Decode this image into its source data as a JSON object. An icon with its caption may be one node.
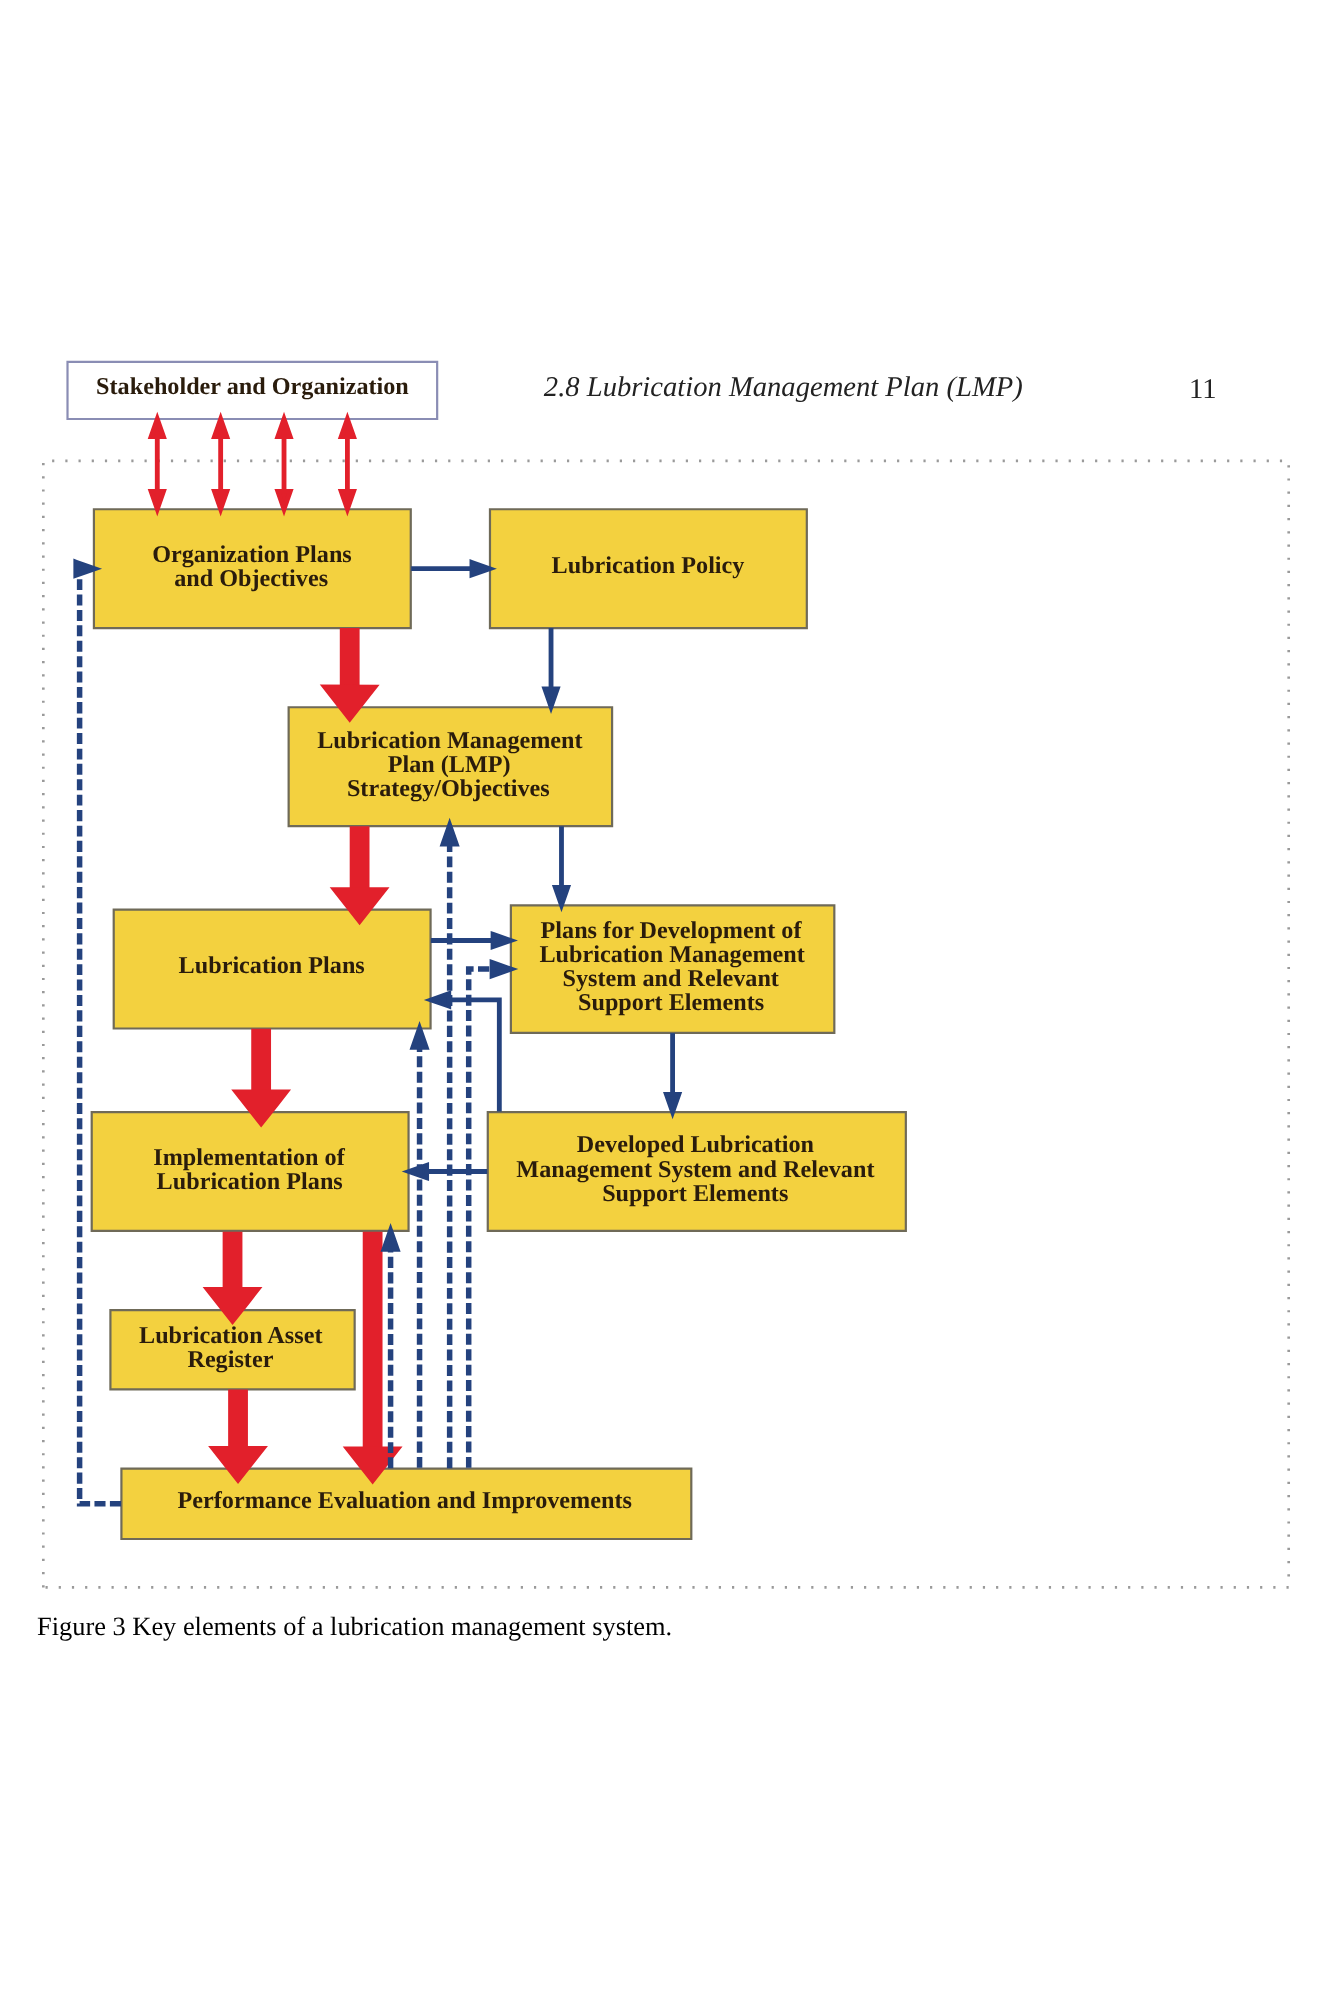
{
  "diagram": {
    "caption": "Figure 3 Key elements of a lubrication management system.",
    "nodes": [
      {
        "text": [
          "Stakeholder and Organization"
        ]
      },
      {
        "text": [],
        "shape": "box"
      },
      {
        "text": [
          "Organization Plans and Objectives"
        ],
        "in": 1
      },
      {
        "text": [
          "Lubrication Policy"
        ],
        "in": 1
      },
      {
        "text": [
          "Lubrication Management Plan (LMP) Strategy/Objectives"
        ],
        "in": 1
      },
      {
        "text": [
          "Lubrication Plans"
        ],
        "in": 1
      },
      {
        "text": [
          "Plans for Development of Lubrication Management System and Relevant Support Elements"
        ],
        "in": 1
      },
      {
        "text": [
          "Implementation of Lubrication Plans"
        ],
        "in": 1
      },
      {
        "text": [
          "Developed Lubrication Management System and Relevant Support Elements"
        ],
        "in": 1
      },
      {
        "text": [
          "Lubrication Asset Register"
        ],
        "in": 1
      },
      {
        "text": [
          "Performance Evaluation and Improvements"
        ],
        "in": 1
      }
    ],
    "edges": [
      {
        "from": 0,
        "to": 2,
        "arrow": "both",
        "color": "#e2202b"
      },
      {
        "from": 0,
        "to": 2,
        "arrow": "both",
        "color": "#e2202b"
      },
      {
        "from": 0,
        "to": 2,
        "arrow": "both",
        "color": "#e2202b"
      },
      {
        "from": 0,
        "to": 2,
        "arrow": "both",
        "color": "#e2202b"
      },
      {
        "from": 2,
        "to": 3,
        "arrow": "to"
      },
      {
        "from": 2,
        "to": 4,
        "arrow": "to",
        "style": "thick",
        "color": "#e2202b"
      },
      {
        "from": 3,
        "to": 4,
        "arrow": "to"
      },
      {
        "from": 4,
        "to": 6,
        "arrow": "to"
      },
      {
        "from": 4,
        "to": 5,
        "arrow": "to",
        "style": "thick",
        "color": "#e2202b"
      },
      {
        "from": 5,
        "to": 6,
        "arrow": "to"
      },
      {
        "from": 6,
        "to": 8,
        "arrow": "to"
      },
      {
        "from": 8,
        "to": 5,
        "arrow": "to"
      },
      {
        "from": 8,
        "to": 7,
        "arrow": "to"
      },
      {
        "from": 5,
        "to": 7,
        "arrow": "to",
        "style": "thick",
        "color": "#e2202b"
      },
      {
        "from": 7,
        "to": 10,
        "arrow": "to",
        "style": "thick",
        "color": "#e2202b"
      },
      {
        "from": 7,
        "to": 9,
        "arrow": "to",
        "style": "thick",
        "color": "#e2202b"
      },
      {
        "from": 9,
        "to": 10,
        "arrow": "to",
        "style": "thick",
        "color": "#e2202b"
      },
      {
        "from": 10,
        "to": 2,
        "arrow": "to",
        "style": "dashed"
      },
      {
        "from": 10,
        "to": 4,
        "arrow": "to",
        "style": "dashed"
      },
      {
        "from": 10,
        "to": 5,
        "arrow": "to",
        "style": "dashed"
      },
      {
        "from": 10,
        "to": 7,
        "arrow": "to",
        "style": "dashed"
      },
      {
        "from": 10,
        "to": 6,
        "arrow": "to",
        "style": "dashed"
      }
    ],
    "labels": [
      "2.8 Lubrication Management Plan (LMP)",
      "11"
    ]
  }
}
